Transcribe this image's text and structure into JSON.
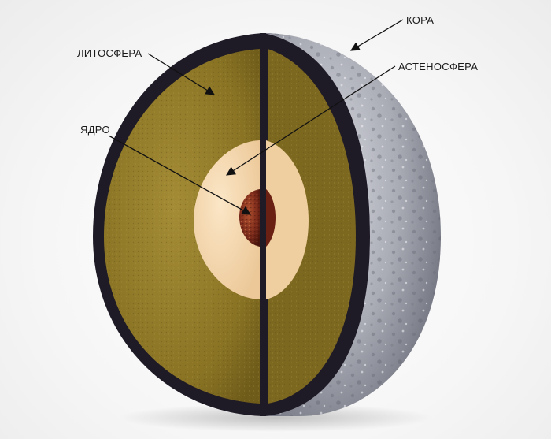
{
  "labels": {
    "kora": "КОРА",
    "litosfera": "ЛИТОСФЕРА",
    "astenosfera": "АСТЕНОСФЕРА",
    "yadro": "ЯДРО"
  },
  "colors": {
    "crust_surface": "#9a9ca6",
    "crust_band": "#1e1a26",
    "lithosphere": "#8a7424",
    "asthenosphere": "#f3d7ae",
    "core": "#7c2a1a",
    "arrow": "#111111"
  }
}
